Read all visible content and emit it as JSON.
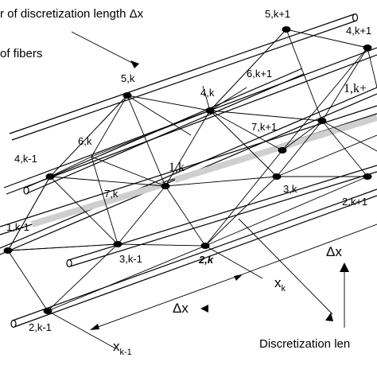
{
  "annotations": {
    "top_caption": "r of discretization length Δx",
    "fibers_caption": "of fibers",
    "dx_right": "Δx",
    "dx_bottom": "Δx",
    "xk": "x",
    "xk_sub": "k",
    "xk1": "x",
    "xk1_sub": "k-1",
    "discretization_caption": "Discretization len"
  },
  "node_labels": {
    "n5k1": "5,k+1",
    "n4k1": "4,k+1",
    "n5k": "5,k",
    "n6k1": "6,k+1",
    "n4k": "4,k",
    "n1k1": "1,k+",
    "n6k": "6,k",
    "n7k1": "7,k+1",
    "n4km1": "4,k-1",
    "n1k": "1,k",
    "n7k": "7,k",
    "n3k": "3,k",
    "n2k1": "2,k+1",
    "n1km1": "1,k-1",
    "n3km1": "3,k-1",
    "n2k": "2,k",
    "n2km1": "2,k-1"
  }
}
